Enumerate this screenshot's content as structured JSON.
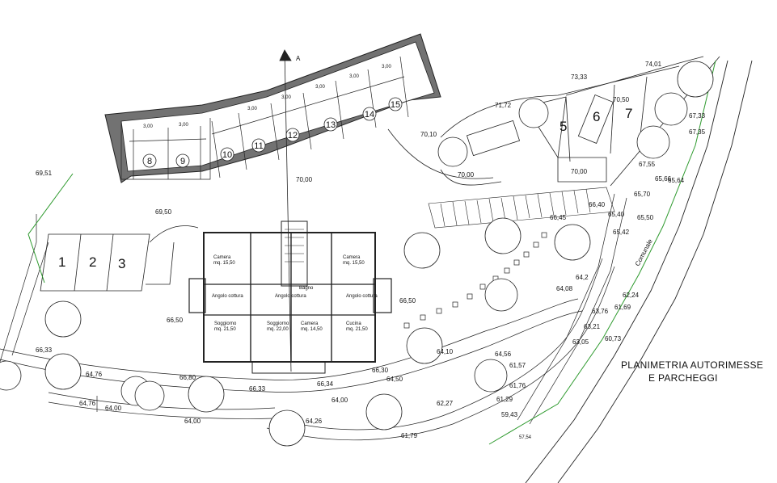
{
  "title": {
    "line1": "PLANIMETRIA AUTORIMESSE",
    "line2": "E PARCHEGGI"
  },
  "road_label": "Comunale",
  "parking_numbers": [
    "1",
    "2",
    "3",
    "5",
    "6",
    "7"
  ],
  "garage_numbers": [
    "8",
    "9",
    "10",
    "11",
    "12",
    "13",
    "14",
    "15"
  ],
  "garage_width_label": "3,00",
  "section_mark": "A",
  "elevations": [
    "69,51",
    "69,50",
    "66,50",
    "66,33",
    "64,76",
    "64,76",
    "64,00",
    "66,80",
    "66,33",
    "66,34",
    "64,00",
    "66,30",
    "64,50",
    "64,26",
    "64,00",
    "61,79",
    "62,27",
    "64,10",
    "64,56",
    "61,57",
    "61,76",
    "61,29",
    "59,43",
    "66,50",
    "64,08",
    "64,2",
    "63,76",
    "63,21",
    "63,05",
    "60,73",
    "61,69",
    "62,24",
    "66,45",
    "66,40",
    "65,40",
    "65,42",
    "65,50",
    "65,66",
    "65,70",
    "67,55",
    "65,64",
    "67,33",
    "67,35",
    "70,50",
    "74,01",
    "73,33",
    "71,72",
    "70,10",
    "70,00",
    "70,00",
    "70,00",
    "57,54"
  ],
  "rooms": [
    {
      "name": "Camera",
      "area": "mq. 15,50"
    },
    {
      "name": "Camera",
      "area": "mq. 15,50"
    },
    {
      "name": "Angolo cottura",
      "area": ""
    },
    {
      "name": "Angolo cottura",
      "area": ""
    },
    {
      "name": "Angolo cottura",
      "area": ""
    },
    {
      "name": "Soggiorno",
      "area": "mq. 21,50"
    },
    {
      "name": "Soggiorno",
      "area": "mq. 22,00"
    },
    {
      "name": "Camera",
      "area": "mq. 14,50"
    },
    {
      "name": "Cucina",
      "area": "mq. 21,50"
    },
    {
      "name": "Bagno",
      "area": ""
    }
  ],
  "colors": {
    "line": "#222222",
    "wall_fill": "#6f6f6f",
    "boundary": "#2e9a2e"
  }
}
